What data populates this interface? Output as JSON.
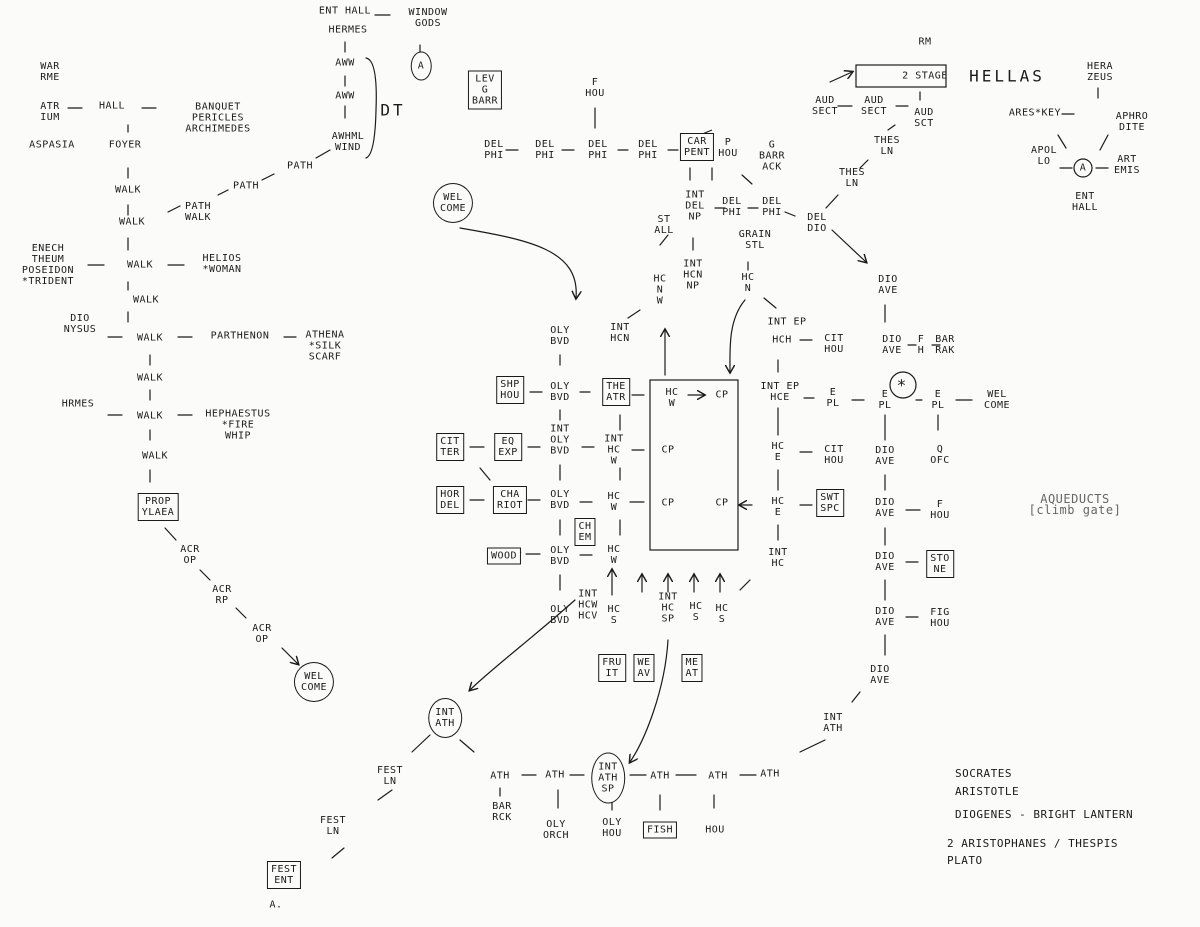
{
  "diagram": {
    "title": "HELLAS",
    "labels": [
      {
        "id": "war_rme",
        "text": "WAR\nRME"
      },
      {
        "id": "atr_ium",
        "text": "ATR\nIUM"
      },
      {
        "id": "hall_w",
        "text": "HALL"
      },
      {
        "id": "banquet",
        "text": "BANQUET\nPERICLES\nARCHIMEDES"
      },
      {
        "id": "foyer",
        "text": "FOYER"
      },
      {
        "id": "aspasia",
        "text": "ASPASIA"
      },
      {
        "id": "walk1",
        "text": "WALK"
      },
      {
        "id": "walk2",
        "text": "WALK"
      },
      {
        "id": "path_walk",
        "text": "PATH\nWALK"
      },
      {
        "id": "path1",
        "text": "PATH"
      },
      {
        "id": "path2",
        "text": "PATH"
      },
      {
        "id": "ent_hall_top",
        "text": "ENT HALL"
      },
      {
        "id": "hermes_top",
        "text": "HERMES"
      },
      {
        "id": "window_gods",
        "text": "WINDOW\nGODS"
      },
      {
        "id": "a_circle",
        "text": "A"
      },
      {
        "id": "aww1",
        "text": "AWW"
      },
      {
        "id": "aww2",
        "text": "AWW"
      },
      {
        "id": "awhml",
        "text": "AWHML\nWIND"
      },
      {
        "id": "dt",
        "text": "DT"
      },
      {
        "id": "walk3",
        "text": "WALK"
      },
      {
        "id": "helios",
        "text": "HELIOS\n*WOMAN"
      },
      {
        "id": "poseidon",
        "text": "ENECH\nTHEUM\nPOSEIDON\n*TRIDENT"
      },
      {
        "id": "walk4",
        "text": "WALK"
      },
      {
        "id": "dionysus",
        "text": "DIO\nNYSUS"
      },
      {
        "id": "walk5",
        "text": "WALK"
      },
      {
        "id": "parthenon",
        "text": "PARTHENON"
      },
      {
        "id": "athena",
        "text": "ATHENA\n*SILK\nSCARF"
      },
      {
        "id": "walk6",
        "text": "WALK"
      },
      {
        "id": "hermes",
        "text": "HRMES"
      },
      {
        "id": "walk7",
        "text": "WALK"
      },
      {
        "id": "hephaestus",
        "text": "HEPHAESTUS\n*FIRE\nWHIP"
      },
      {
        "id": "walk8",
        "text": "WALK"
      },
      {
        "id": "propylaea",
        "text": "PROP\nYLAEA"
      },
      {
        "id": "acr_op1",
        "text": "ACR\nOP"
      },
      {
        "id": "acr_rp",
        "text": "ACR\nRP"
      },
      {
        "id": "acr_op2",
        "text": "ACR\nOP"
      },
      {
        "id": "welcome_w",
        "text": "WEL\nCOME"
      },
      {
        "id": "lev_g_barr",
        "text": "LEV\nG\nBARR"
      },
      {
        "id": "f_hou",
        "text": "F\nHOU"
      },
      {
        "id": "del_phi1",
        "text": "DEL\nPHI"
      },
      {
        "id": "del_phi2",
        "text": "DEL\nPHI"
      },
      {
        "id": "del_phi3",
        "text": "DEL\nPHI"
      },
      {
        "id": "del_phi4",
        "text": "DEL\nPHI"
      },
      {
        "id": "car_pent",
        "text": "CAR\nPENT"
      },
      {
        "id": "p_hou",
        "text": "P\nHOU"
      },
      {
        "id": "g_barr_ack",
        "text": "G\nBARR\nACK"
      },
      {
        "id": "welcome_n",
        "text": "WEL\nCOME"
      },
      {
        "id": "int_del_np",
        "text": "INT\nDEL\nNP"
      },
      {
        "id": "del_phi5",
        "text": "DEL\nPHI"
      },
      {
        "id": "del_phi6",
        "text": "DEL\nPHI"
      },
      {
        "id": "grain_stl",
        "text": "GRAIN\nSTL"
      },
      {
        "id": "st_all",
        "text": "ST\nALL"
      },
      {
        "id": "hc_n_w",
        "text": "HC\nN\nW"
      },
      {
        "id": "int_hcn_np",
        "text": "INT\nHCN\nNP"
      },
      {
        "id": "hc_n",
        "text": "HC\nN"
      },
      {
        "id": "del_dio",
        "text": "DEL\nDIO"
      },
      {
        "id": "rm",
        "text": "RM"
      },
      {
        "id": "stage",
        "text": "2 STAGE"
      },
      {
        "id": "aud_sect1",
        "text": "AUD\nSECT"
      },
      {
        "id": "aud_sect2",
        "text": "AUD\nSECT"
      },
      {
        "id": "aud_sct3",
        "text": "AUD\nSCT"
      },
      {
        "id": "thes_ln1",
        "text": "THES\nLN"
      },
      {
        "id": "thes_ln2",
        "text": "THES\nLN"
      },
      {
        "id": "hera_zeus",
        "text": "HERA\nZEUS"
      },
      {
        "id": "ares_key",
        "text": "ARES*KEY"
      },
      {
        "id": "aphrodite",
        "text": "APHRO\nDITE"
      },
      {
        "id": "apollo",
        "text": "APOL\nLO"
      },
      {
        "id": "a_circle2",
        "text": "A"
      },
      {
        "id": "artemis",
        "text": "ART\nEMIS"
      },
      {
        "id": "ent_hall_ne",
        "text": "ENT\nHALL"
      },
      {
        "id": "oly_bvd1",
        "text": "OLY\nBVD"
      },
      {
        "id": "int_hcn",
        "text": "INT\nHCN"
      },
      {
        "id": "shp_hou",
        "text": "SHP\nHOU"
      },
      {
        "id": "oly_bvd2",
        "text": "OLY\nBVD"
      },
      {
        "id": "theatr",
        "text": "THE\nATR"
      },
      {
        "id": "hc_w1",
        "text": "HC\nW"
      },
      {
        "id": "cp1",
        "text": "CP"
      },
      {
        "id": "int_ep_hce",
        "text": "INT EP\nHCE"
      },
      {
        "id": "e_pl1",
        "text": "E\nPL"
      },
      {
        "id": "e_pl2",
        "text": "E\nPL"
      },
      {
        "id": "star",
        "text": "*"
      },
      {
        "id": "e_pl3",
        "text": "E\nPL"
      },
      {
        "id": "welcome_e",
        "text": "WEL\nCOME"
      },
      {
        "id": "citter",
        "text": "CIT\nTER"
      },
      {
        "id": "eq_exp",
        "text": "EQ\nEXP"
      },
      {
        "id": "int_oly_bvd",
        "text": "INT\nOLY\nBVD"
      },
      {
        "id": "int_hc_w",
        "text": "INT\nHC\nW"
      },
      {
        "id": "cp2",
        "text": "CP"
      },
      {
        "id": "hc_e1",
        "text": "HC\nE"
      },
      {
        "id": "cit_hou2",
        "text": "CIT\nHOU"
      },
      {
        "id": "dio_ave2",
        "text": "DIO\nAVE"
      },
      {
        "id": "q_ofc",
        "text": "Q\nOFC"
      },
      {
        "id": "hor_del",
        "text": "HOR\nDEL"
      },
      {
        "id": "chariot",
        "text": "CHA\nRIOT"
      },
      {
        "id": "oly_bvd3",
        "text": "OLY\nBVD"
      },
      {
        "id": "hc_w2",
        "text": "HC\nW"
      },
      {
        "id": "cp3",
        "text": "CP"
      },
      {
        "id": "cp4",
        "text": "CP"
      },
      {
        "id": "hc_e2",
        "text": "HC\nE"
      },
      {
        "id": "swt_spc",
        "text": "SWT\nSPC"
      },
      {
        "id": "dio_ave3",
        "text": "DIO\nAVE"
      },
      {
        "id": "f_hou2",
        "text": "F\nHOU"
      },
      {
        "id": "chem",
        "text": "CH\nEM"
      },
      {
        "id": "wood",
        "text": "WOOD"
      },
      {
        "id": "oly_bvd4",
        "text": "OLY\nBVD"
      },
      {
        "id": "hc_w3",
        "text": "HC\nW"
      },
      {
        "id": "int_hc",
        "text": "INT\nHC"
      },
      {
        "id": "dio_ave4",
        "text": "DIO\nAVE"
      },
      {
        "id": "stone",
        "text": "STO\nNE"
      },
      {
        "id": "int_ep",
        "text": "INT EP"
      },
      {
        "id": "hch",
        "text": "HCH"
      },
      {
        "id": "cit_hou1",
        "text": "CIT\nHOU"
      },
      {
        "id": "dio_ave_fh",
        "text": "DIO\nAVE"
      },
      {
        "id": "f_h",
        "text": "F\nH"
      },
      {
        "id": "barrack_e",
        "text": "BAR\nRAK"
      },
      {
        "id": "dio_ave1",
        "text": "DIO\nAVE"
      },
      {
        "id": "oly_bvd5",
        "text": "OLY\nBVD"
      },
      {
        "id": "int_hcw_hcv",
        "text": "INT\nHCW\nHCV"
      },
      {
        "id": "hc_s1",
        "text": "HC\nS"
      },
      {
        "id": "int_hc_sp",
        "text": "INT\nHC\nSP"
      },
      {
        "id": "hc_s2",
        "text": "HC\nS"
      },
      {
        "id": "hc_s3",
        "text": "HC\nS"
      },
      {
        "id": "dio_ave5",
        "text": "DIO\nAVE"
      },
      {
        "id": "fig_hou",
        "text": "FIG\nHOU"
      },
      {
        "id": "fruit",
        "text": "FRU\nIT"
      },
      {
        "id": "weav",
        "text": "WE\nAV"
      },
      {
        "id": "meat",
        "text": "ME\nAT"
      },
      {
        "id": "dio_ave6",
        "text": "DIO\nAVE"
      },
      {
        "id": "int_ath",
        "text": "INT\nATH"
      },
      {
        "id": "int_ath_e",
        "text": "INT\nATH"
      },
      {
        "id": "fest_ln1",
        "text": "FEST\nLN"
      },
      {
        "id": "fest_ln2",
        "text": "FEST\nLN"
      },
      {
        "id": "fest_ent",
        "text": "FEST\nENT"
      },
      {
        "id": "a_dot",
        "text": "A."
      },
      {
        "id": "ath1",
        "text": "ATH"
      },
      {
        "id": "ath2",
        "text": "ATH"
      },
      {
        "id": "int_ath_sp",
        "text": "INT\nATH\nSP"
      },
      {
        "id": "ath3",
        "text": "ATH"
      },
      {
        "id": "ath4",
        "text": "ATH"
      },
      {
        "id": "ath5",
        "text": "ATH"
      },
      {
        "id": "barrack_s",
        "text": "BAR\nRCK"
      },
      {
        "id": "oly_orch",
        "text": "OLY\nORCH"
      },
      {
        "id": "oly_hou",
        "text": "OLY\nHOU"
      },
      {
        "id": "fish",
        "text": "FISH"
      },
      {
        "id": "hou",
        "text": "HOU"
      },
      {
        "id": "aqueducts",
        "text": "AQUEDUCTS\n[climb gate]"
      }
    ],
    "notes": [
      "SOCRATES",
      "ARISTOTLE",
      "DIOGENES - BRIGHT LANTERN",
      "2 ARISTOPHANES / THESPIS",
      "PLATO"
    ]
  }
}
